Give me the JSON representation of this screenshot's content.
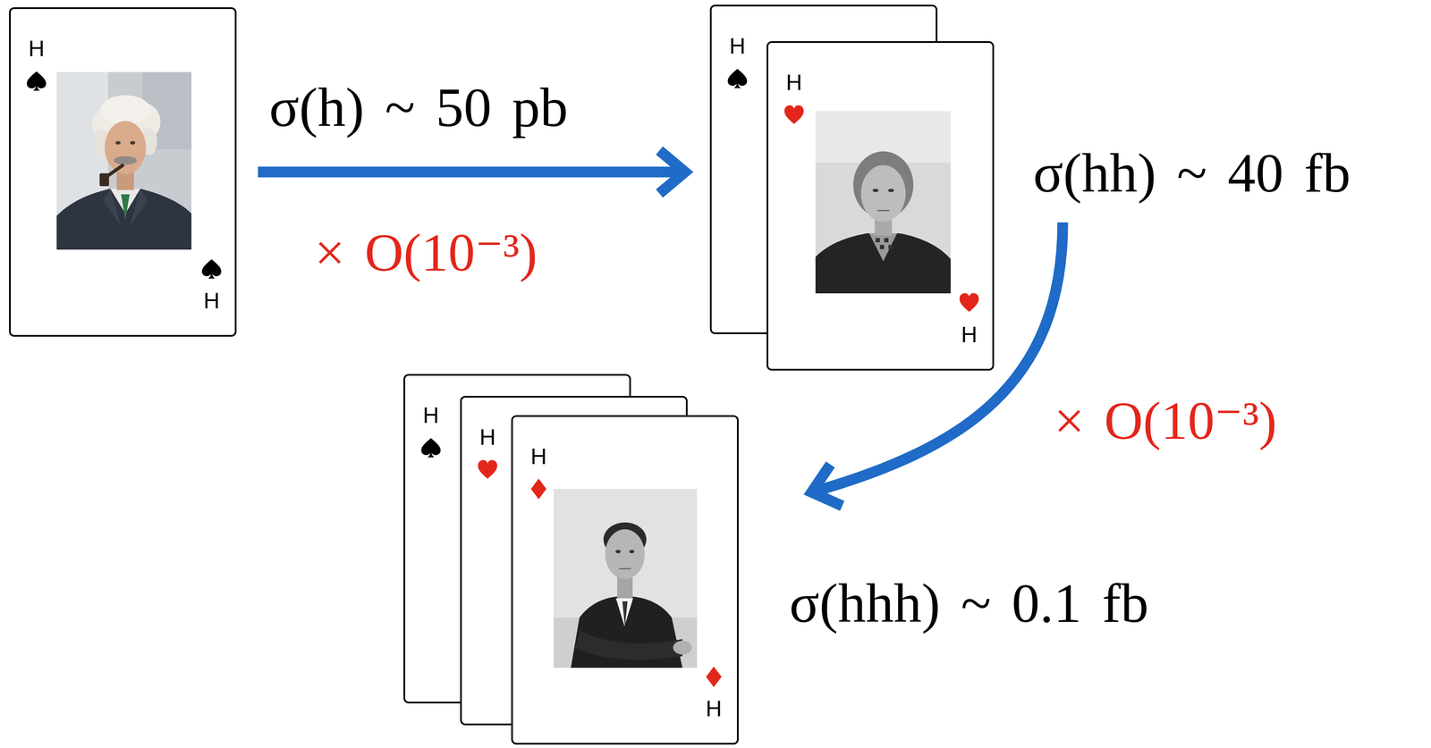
{
  "diagram": {
    "nodes": [
      {
        "text": [
          "H",
          "H"
        ]
      },
      {
        "text": [
          "H"
        ]
      },
      {
        "text": [
          "H",
          "H"
        ]
      },
      {
        "text": [
          "H"
        ]
      },
      {
        "text": [
          "H"
        ]
      },
      {
        "text": [
          "H",
          "H"
        ]
      }
    ],
    "edges": [
      {
        "from": 0,
        "to": 1,
        "arrow": "to",
        "label": "× O(10⁻³)"
      },
      {
        "from": 2,
        "to": 5,
        "arrow": "to",
        "label": "× O(10⁻³)"
      }
    ],
    "labels": [
      "σ(h) ~ 50 pb",
      "σ(hh) ~ 40 fb",
      "σ(hhh) ~ 0.1 fb"
    ]
  }
}
